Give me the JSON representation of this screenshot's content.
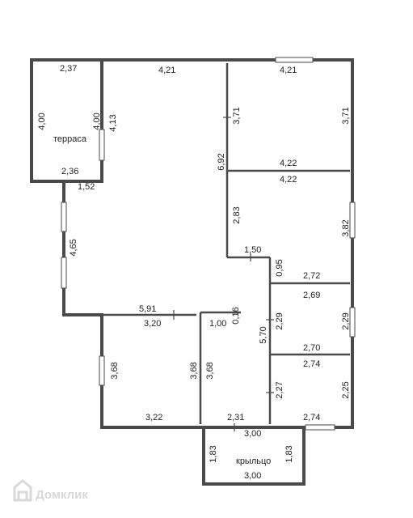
{
  "rooms": {
    "terrace": "терраса",
    "porch": "крыльцо"
  },
  "dimensions": {
    "terrace_top": "2,37",
    "terrace_left": "4,00",
    "terrace_right": "4,00",
    "terrace_bottom": "2,36",
    "hall_top": "4,21",
    "hall_left_top": "4,13",
    "hall_step": "1,52",
    "hall_left": "4,65",
    "hall_bottom": "5,91",
    "hall_right": "6,92",
    "br1_top": "4,21",
    "br1_left": "3,71",
    "br1_right": "3,71",
    "br1_bottom": "4,22",
    "br2_top": "4,22",
    "br2_left": "2,83",
    "br2_right": "3,82",
    "br2_step": "1,50",
    "br2_step_h": "0,95",
    "br2_bottom": "2,72",
    "room3_top": "2,69",
    "room3_left": "2,29",
    "room3_right": "2,29",
    "room3_bottom": "2,70",
    "room4_top": "2,74",
    "room4_left": "2,27",
    "room4_right": "2,25",
    "room4_bottom": "2,74",
    "sw_top": "3,20",
    "sw_left": "3,68",
    "sw_right": "3,68",
    "sw_bottom": "3,22",
    "corr_top": "1,00",
    "corr_top_h": "0,16",
    "corr_left": "3,68",
    "corr_right": "5,70",
    "corr_bottom": "2,31",
    "porch_top": "3,00",
    "porch_left": "1,83",
    "porch_right": "1,83",
    "porch_bottom": "3,00"
  },
  "watermark": {
    "text": "Домклик",
    "icon": "domclick-logo-icon"
  }
}
